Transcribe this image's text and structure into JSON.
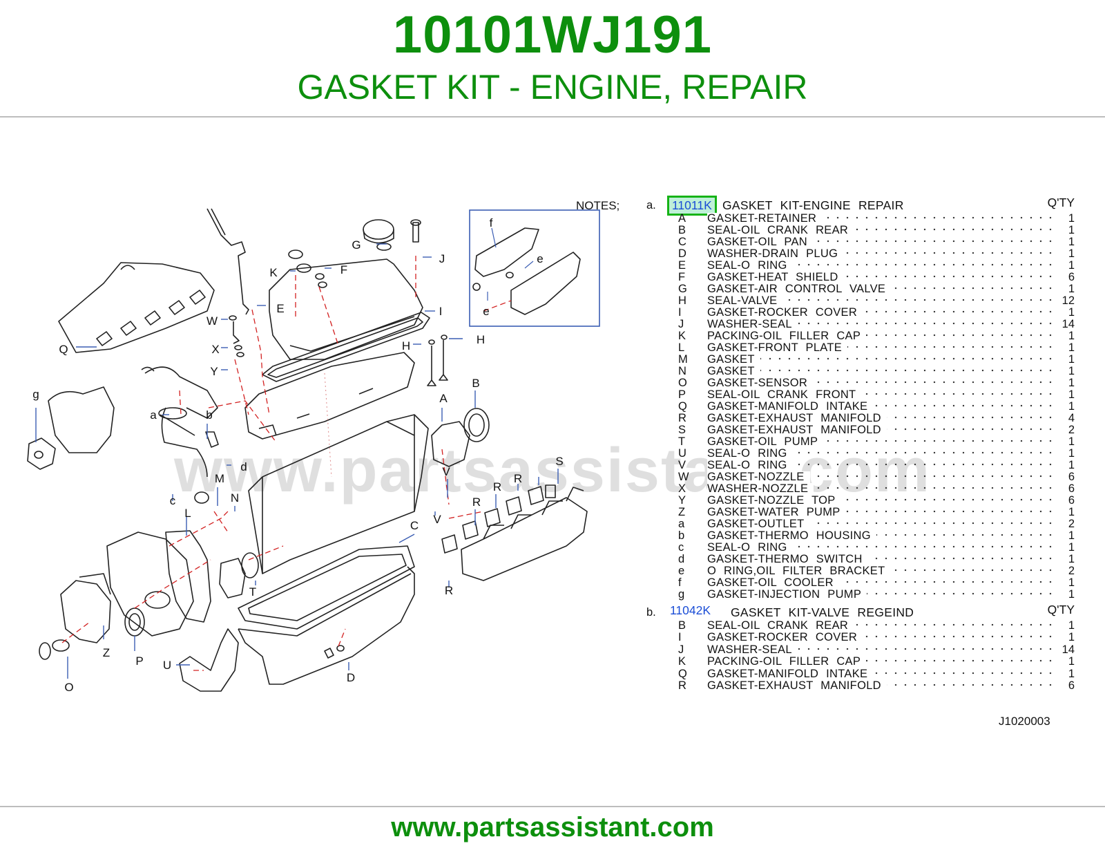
{
  "header": {
    "part_number": "10101WJ191",
    "part_title": "GASKET KIT - ENGINE, REPAIR"
  },
  "footer": {
    "url": "www.partsassistant.com"
  },
  "watermark": "www.partsassistant.com",
  "colors": {
    "brand_green": "#0d8f0d",
    "link_blue": "#1a4dd6",
    "highlight_border": "#16b316",
    "highlight_fill": "#bff0d8",
    "inset_box": "#3a5db3",
    "leader_red": "#d22020"
  },
  "notes_label": "NOTES;",
  "drawing_code": "J1020003",
  "callouts": [
    "Q",
    "K",
    "F",
    "G",
    "J",
    "W",
    "X",
    "Y",
    "E",
    "I",
    "H",
    "H",
    "g",
    "a",
    "b",
    "d",
    "c",
    "M",
    "N",
    "L",
    "A",
    "B",
    "V",
    "S",
    "R",
    "R",
    "R",
    "V",
    "C",
    "T",
    "R",
    "Z",
    "P",
    "O",
    "U",
    "D"
  ],
  "inset_callouts": [
    "f",
    "e",
    "e"
  ],
  "sections": [
    {
      "letter": "a.",
      "code": "11011K",
      "description": "GASKET KIT-ENGINE REPAIR",
      "qty_header": "Q'TY",
      "items": [
        {
          "letter": "A",
          "desc": "GASKET-RETAINER",
          "qty": "1"
        },
        {
          "letter": "B",
          "desc": "SEAL-OIL CRANK REAR",
          "qty": "1"
        },
        {
          "letter": "C",
          "desc": "GASKET-OIL PAN",
          "qty": "1"
        },
        {
          "letter": "D",
          "desc": "WASHER-DRAIN PLUG",
          "qty": "1"
        },
        {
          "letter": "E",
          "desc": "SEAL-O RING",
          "qty": "1"
        },
        {
          "letter": "F",
          "desc": "GASKET-HEAT SHIELD",
          "qty": "6"
        },
        {
          "letter": "G",
          "desc": "GASKET-AIR CONTROL VALVE",
          "qty": "1"
        },
        {
          "letter": "H",
          "desc": "SEAL-VALVE",
          "qty": "12"
        },
        {
          "letter": "I",
          "desc": "GASKET-ROCKER COVER",
          "qty": "1"
        },
        {
          "letter": "J",
          "desc": "WASHER-SEAL",
          "qty": "14"
        },
        {
          "letter": "K",
          "desc": "PACKING-OIL FILLER CAP",
          "qty": "1"
        },
        {
          "letter": "L",
          "desc": "GASKET-FRONT PLATE",
          "qty": "1"
        },
        {
          "letter": "M",
          "desc": "GASKET",
          "qty": "1"
        },
        {
          "letter": "N",
          "desc": "GASKET",
          "qty": "1"
        },
        {
          "letter": "O",
          "desc": "GASKET-SENSOR",
          "qty": "1"
        },
        {
          "letter": "P",
          "desc": "SEAL-OIL CRANK FRONT",
          "qty": "1"
        },
        {
          "letter": "Q",
          "desc": "GASKET-MANIFOLD INTAKE",
          "qty": "1"
        },
        {
          "letter": "R",
          "desc": "GASKET-EXHAUST MANIFOLD",
          "qty": "4"
        },
        {
          "letter": "S",
          "desc": "GASKET-EXHAUST MANIFOLD",
          "qty": "2"
        },
        {
          "letter": "T",
          "desc": "GASKET-OIL PUMP",
          "qty": "1"
        },
        {
          "letter": "U",
          "desc": "SEAL-O RING",
          "qty": "1"
        },
        {
          "letter": "V",
          "desc": "SEAL-O RING",
          "qty": "1"
        },
        {
          "letter": "W",
          "desc": "GASKET-NOZZLE",
          "qty": "6"
        },
        {
          "letter": "X",
          "desc": "WASHER-NOZZLE",
          "qty": "6"
        },
        {
          "letter": "Y",
          "desc": "GASKET-NOZZLE TOP",
          "qty": "6"
        },
        {
          "letter": "Z",
          "desc": "GASKET-WATER PUMP",
          "qty": "1"
        },
        {
          "letter": "a",
          "desc": "GASKET-OUTLET",
          "qty": "2"
        },
        {
          "letter": "b",
          "desc": "GASKET-THERMO HOUSING",
          "qty": "1"
        },
        {
          "letter": "c",
          "desc": "SEAL-O RING",
          "qty": "1"
        },
        {
          "letter": "d",
          "desc": "GASKET-THERMO SWITCH",
          "qty": "1"
        },
        {
          "letter": "e",
          "desc": "O RING,OIL FILTER BRACKET",
          "qty": "2"
        },
        {
          "letter": "f",
          "desc": "GASKET-OIL COOLER",
          "qty": "1"
        },
        {
          "letter": "g",
          "desc": "GASKET-INJECTION PUMP",
          "qty": "1"
        }
      ]
    },
    {
      "letter": "b.",
      "code": "11042K",
      "description": "GASKET KIT-VALVE REGEIND",
      "qty_header": "Q'TY",
      "items": [
        {
          "letter": "B",
          "desc": "SEAL-OIL CRANK REAR",
          "qty": "1"
        },
        {
          "letter": "I",
          "desc": "GASKET-ROCKER COVER",
          "qty": "1"
        },
        {
          "letter": "J",
          "desc": "WASHER-SEAL",
          "qty": "14"
        },
        {
          "letter": "K",
          "desc": "PACKING-OIL FILLER CAP",
          "qty": "1"
        },
        {
          "letter": "Q",
          "desc": "GASKET-MANIFOLD INTAKE",
          "qty": "1"
        },
        {
          "letter": "R",
          "desc": "GASKET-EXHAUST MANIFOLD",
          "qty": "6"
        }
      ]
    }
  ]
}
